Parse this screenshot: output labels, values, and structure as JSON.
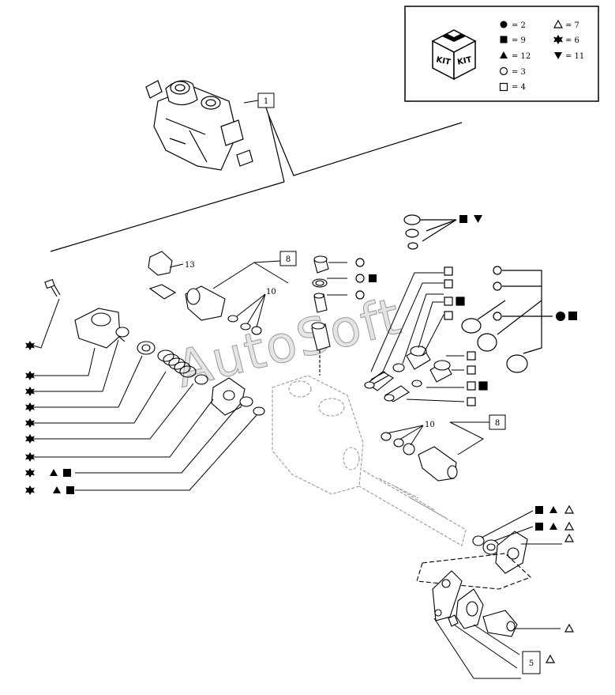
{
  "legend": {
    "kit_labels": [
      "KIT",
      "KIT"
    ],
    "entries": [
      {
        "symbol": "filled-circle",
        "text": "= 2"
      },
      {
        "symbol": "filled-square",
        "text": "= 9"
      },
      {
        "symbol": "filled-triangle",
        "text": "= 12"
      },
      {
        "symbol": "open-circle",
        "text": "= 3"
      },
      {
        "symbol": "open-square",
        "text": "= 4"
      },
      {
        "symbol": "open-triangle",
        "text": "= 7"
      },
      {
        "symbol": "star",
        "text": "= 6"
      },
      {
        "symbol": "filled-triangle-down",
        "text": "= 11"
      }
    ]
  },
  "callouts": {
    "ref1": "1",
    "ref13": "13",
    "ref8_top": "8",
    "ref10_top": "10",
    "ref10_bottom": "10",
    "ref8_bottom": "8",
    "ref5": "5"
  },
  "watermark": "AutoSoft",
  "colors": {
    "line": "#000000",
    "ghost": "#9a9a9a",
    "legend_border": "#000000"
  }
}
